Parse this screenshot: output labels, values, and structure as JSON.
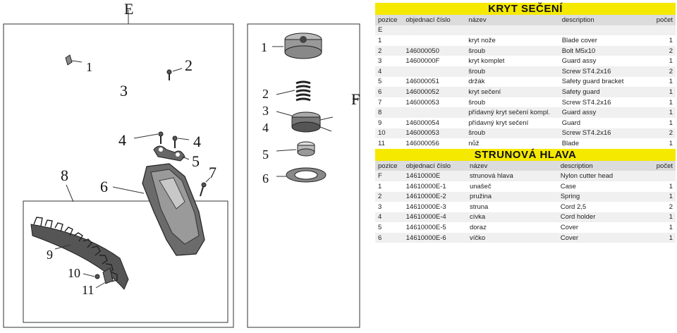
{
  "diagram": {
    "labels": {
      "E": "E",
      "F": "F",
      "e1": "1",
      "e2": "2",
      "e3": "3",
      "e4a": "4",
      "e4b": "4",
      "e5": "5",
      "e6": "6",
      "e7": "7",
      "e8": "8",
      "e9": "9",
      "e10": "10",
      "e11": "11",
      "f1": "1",
      "f2": "2",
      "f3": "3",
      "f4": "4",
      "f5": "5",
      "f6": "6"
    }
  },
  "table_e": {
    "title": "KRYT SEČENÍ",
    "headers": [
      "pozice",
      "objednací číslo",
      "název",
      "description",
      "počet"
    ],
    "rows": [
      [
        "E",
        "",
        "",
        "",
        ""
      ],
      [
        "1",
        "",
        "kryt nože",
        "Blade cover",
        "1"
      ],
      [
        "2",
        "146000050",
        "šroub",
        "Bolt M5x10",
        "2"
      ],
      [
        "3",
        "14600000F",
        "kryt komplet",
        "Guard assy",
        "1"
      ],
      [
        "4",
        "",
        "šroub",
        "Screw ST4.2x16",
        "2"
      ],
      [
        "5",
        "146000051",
        "držák",
        "Safety guard bracket",
        "1"
      ],
      [
        "6",
        "146000052",
        "kryt sečení",
        "Safety guard",
        "1"
      ],
      [
        "7",
        "146000053",
        "šroub",
        "Screw ST4.2x16",
        "1"
      ],
      [
        "8",
        "",
        "přídavný kryt sečení kompl.",
        "Guard assy",
        "1"
      ],
      [
        "9",
        "146000054",
        "přídavný kryt sečení",
        "Guard",
        "1"
      ],
      [
        "10",
        "146000053",
        "šroub",
        "Screw ST4.2x16",
        "2"
      ],
      [
        "11",
        "146000056",
        "nůž",
        "Blade",
        "1"
      ]
    ]
  },
  "table_f": {
    "title": "STRUNOVÁ HLAVA",
    "headers": [
      "pozice",
      "objednací číslo",
      "název",
      "description",
      "počet"
    ],
    "rows": [
      [
        "F",
        "14610000E",
        "strunová hlava",
        "Nylon cutter head",
        ""
      ],
      [
        "1",
        "14610000E-1",
        "unašeč",
        "Case",
        "1"
      ],
      [
        "2",
        "14610000E-2",
        "pružina",
        "Spring",
        "1"
      ],
      [
        "3",
        "14610000E-3",
        "struna",
        "Cord 2,5",
        "2"
      ],
      [
        "4",
        "14610000E-4",
        "cívka",
        "Cord holder",
        "1"
      ],
      [
        "5",
        "14610000E-5",
        "doraz",
        "Cover",
        "1"
      ],
      [
        "6",
        "14610000E-6",
        "víčko",
        "Cover",
        "1"
      ]
    ]
  }
}
